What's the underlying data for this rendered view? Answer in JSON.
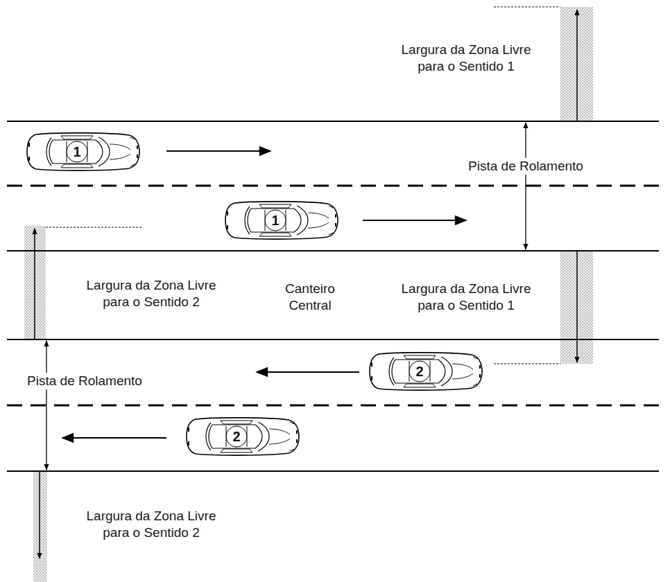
{
  "diagram": {
    "labels": [
      "Largura da Zona Livre para o Sentido 1",
      "1",
      "Pista de Rolamento",
      "1",
      "Largura da Zona Livre para o Sentido 2",
      "Canteiro Central",
      "Largura da Zona Livre para o Sentido 1",
      "2",
      "Pista de Rolamento",
      "2",
      "Largura da Zona Livre para o Sentido 2"
    ]
  }
}
